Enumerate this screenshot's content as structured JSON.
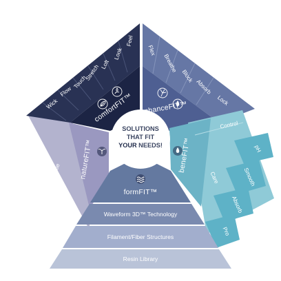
{
  "center": {
    "line1": "SOLUTIONS",
    "line2": "THAT FIT",
    "line3_strong": "YOUR",
    "line3_rest": " NEEDS!"
  },
  "comfortfit": {
    "brand": "comfortFIT™",
    "items": [
      "Wick",
      "Flow",
      "Touch",
      "Stretch",
      "Loft",
      "Look",
      "Feel"
    ],
    "icons": [
      "leaf-icon",
      "hand-with-drop-icon"
    ]
  },
  "enhancefit": {
    "brand": "enhanceFIT™",
    "items": [
      "Flex",
      "Breathe",
      "Block",
      "Absorb",
      "Lock"
    ],
    "icons": [
      "fan-icon",
      "drop-icon"
    ]
  },
  "benefit": {
    "brand": "beneFIT™",
    "items": [
      "Control",
      "Care"
    ],
    "sub_items": [
      "pH",
      "Smooth",
      "Absorb",
      "Pro"
    ],
    "icons": [
      "flower-drop-icon"
    ]
  },
  "formfit": {
    "brand": "formFIT™",
    "bands": [
      "Waveform 3D™ Technology",
      "Filament/Fiber Structures",
      "Resin Library"
    ],
    "icons": [
      "wave-layers-icon"
    ]
  },
  "naturefit": {
    "brand": "natureFIT™",
    "items": [
      "Gentle"
    ],
    "icons": [
      "sprout-icon"
    ]
  },
  "colors": {
    "comfort_outer": "#293254",
    "comfort_inner": "#1c2444",
    "enhance_outer": "#6677a5",
    "enhance_inner": "#4e5f92",
    "benefit_outer": "#8fcad7",
    "benefit_inner": "#6cb3c6",
    "benefit_sub": "#5eb2c7",
    "formfit_1": "#b9c3d8",
    "formfit_2": "#a2aecd",
    "formfit_3": "#7a8aaf",
    "formfit_inner": "#6479a0",
    "nature_outer": "#b3b3ce",
    "nature_inner": "#9a98c0"
  }
}
